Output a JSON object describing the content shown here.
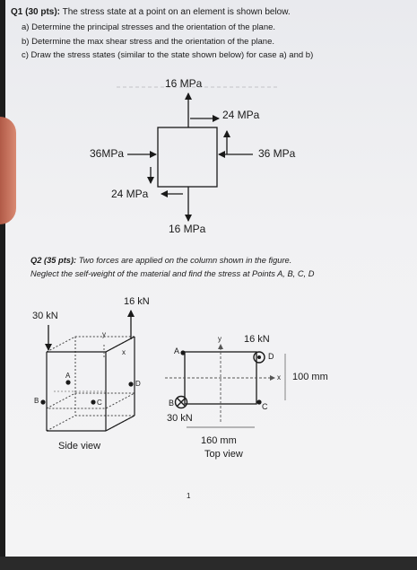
{
  "q1": {
    "number": "Q1",
    "points": "(30 pts):",
    "prompt": "The stress state at a point on an element is shown below.",
    "items": [
      "a)  Determine the principal stresses and the orientation of the plane.",
      "b)  Determine the max shear stress and the orientation of the plane.",
      "c)  Draw the stress states (similar to the state shown below) for case a) and b)"
    ],
    "figure": {
      "top_normal": "16 MPa",
      "top_right_shear": "24 MPa",
      "right_normal": "36 MPa",
      "left_normal": "36MPa",
      "bottom_shear": "24 MPa",
      "bottom_normal": "16 MPa"
    }
  },
  "q2": {
    "number": "Q2",
    "points": "(35 pts):",
    "line1": "Two forces are applied on the column shown in the figure.",
    "line2": "Neglect the self-weight of the material and find the stress at Points A, B, C, D",
    "side_view": {
      "force_top": "16 kN",
      "force_left": "30 kN",
      "axis_y": "y",
      "axis_x": "x",
      "point_a": "A",
      "point_b": "B",
      "point_c": "C",
      "point_d": "D",
      "caption": "Side view"
    },
    "top_view": {
      "axis_y": "y",
      "axis_x": "x",
      "point_a": "A",
      "point_b": "B",
      "point_c": "C",
      "point_d": "D",
      "force_right": "16 kN",
      "force_left": "30 kN",
      "width_dim": "160 mm",
      "height_dim": "100 mm",
      "caption": "Top view"
    }
  },
  "page_number": "1"
}
